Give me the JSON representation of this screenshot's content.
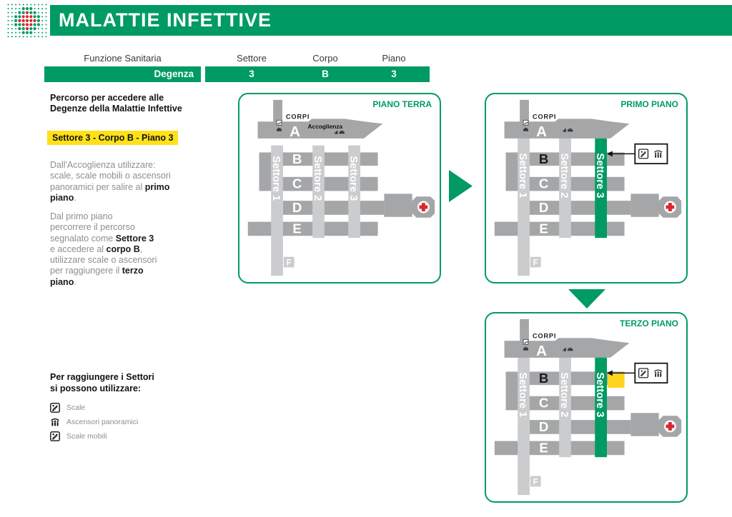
{
  "brand": {
    "green": "#009b62",
    "red": "#d7282f",
    "yellow": "#ffe11a",
    "map_yellow": "#ffd41e",
    "light_gray": "#cbccce",
    "mid_gray": "#a4a6a8"
  },
  "header": {
    "title": "MALATTIE INFETTIVE"
  },
  "info_table": {
    "function_label": "Funzione Sanitaria",
    "function_value": "Degenza",
    "sector_label": "Settore",
    "sector_value": "3",
    "body_label": "Corpo",
    "body_value": "B",
    "floor_label": "Piano",
    "floor_value": "3"
  },
  "left_panel": {
    "intro": "Percorso per accedere alle\nDegenze della Malattie Infettive",
    "highlight": "Settore 3 - Corpo B - Piano 3",
    "para1": {
      "s1": "Dall'Accoglienza utilizzare:\nscale, scale mobili o ascensori\npanoramici per salire al ",
      "b1": "primo\npiano",
      "s2": "."
    },
    "para2": {
      "s1": "Dal primo piano\npercorrere il percorso\nsegnalato come ",
      "b1": "Settore 3",
      "s2": "\ne accedere al ",
      "b2": "corpo B",
      "s3": ",\nutilizzare scale o ascensori\nper raggiungere il ",
      "b3": "terzo\npiano",
      "s4": "."
    }
  },
  "legend": {
    "title": "Per raggiungere i Settori\nsi possono utilizzare:",
    "items": [
      {
        "icon": "stairs-icon",
        "label": "Scale"
      },
      {
        "icon": "panoramic-elevators-icon",
        "label": "Ascensori panoramici"
      },
      {
        "icon": "escalators-icon",
        "label": "Scale mobili"
      }
    ]
  },
  "maps": {
    "common": {
      "corpi_label": "CORPI",
      "sector1": "Settore 1",
      "sector2": "Settore 2",
      "sector3": "Settore 3",
      "corpo_a": "A",
      "corpo_b": "B",
      "corpo_c": "C",
      "corpo_d": "D",
      "corpo_e": "E",
      "corpo_f": "F"
    },
    "ground": {
      "title": "PIANO TERRA",
      "accoglienza": "Accoglienza"
    },
    "first": {
      "title": "PRIMO PIANO"
    },
    "third": {
      "title": "TERZO PIANO"
    }
  }
}
